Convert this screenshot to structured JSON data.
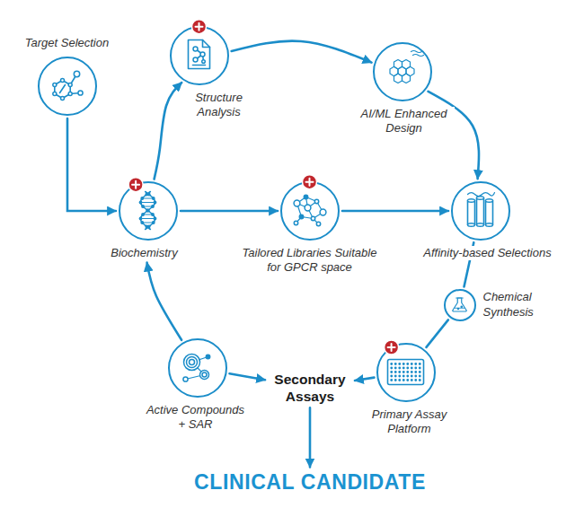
{
  "diagram": {
    "nodes": [
      {
        "text": [
          "Target Selection"
        ]
      },
      {
        "text": [
          "Structure Analysis"
        ]
      },
      {
        "text": [
          "AI/ML Enhanced Design"
        ]
      },
      {
        "text": [
          "Biochemistry"
        ]
      },
      {
        "text": [
          "Tailored Libraries Suitable for GPCR space"
        ]
      },
      {
        "text": [
          "Affinity-based Selections"
        ]
      },
      {
        "text": [
          "Chemical Synthesis"
        ]
      },
      {
        "text": [
          "Primary Assay Platform"
        ]
      },
      {
        "text": [
          "Secondary Assays"
        ]
      },
      {
        "text": [
          "Active Compounds + SAR"
        ]
      },
      {
        "text": [
          "CLINICAL CANDIDATE"
        ]
      }
    ],
    "edges": [
      {
        "from": 0,
        "to": 3,
        "arrow": "to"
      },
      {
        "from": 3,
        "to": 1,
        "arrow": "to"
      },
      {
        "from": 1,
        "to": 2,
        "arrow": "to"
      },
      {
        "from": 2,
        "to": 5,
        "arrow": "to"
      },
      {
        "from": 3,
        "to": 4,
        "arrow": "to"
      },
      {
        "from": 4,
        "to": 5,
        "arrow": "to"
      },
      {
        "from": 5,
        "to": 6,
        "arrow": "none"
      },
      {
        "from": 6,
        "to": 7,
        "arrow": "none"
      },
      {
        "from": 7,
        "to": 8,
        "arrow": "to"
      },
      {
        "from": 9,
        "to": 8,
        "arrow": "to"
      },
      {
        "from": 9,
        "to": 3,
        "arrow": "to"
      },
      {
        "from": 8,
        "to": 10,
        "arrow": "to"
      }
    ]
  }
}
